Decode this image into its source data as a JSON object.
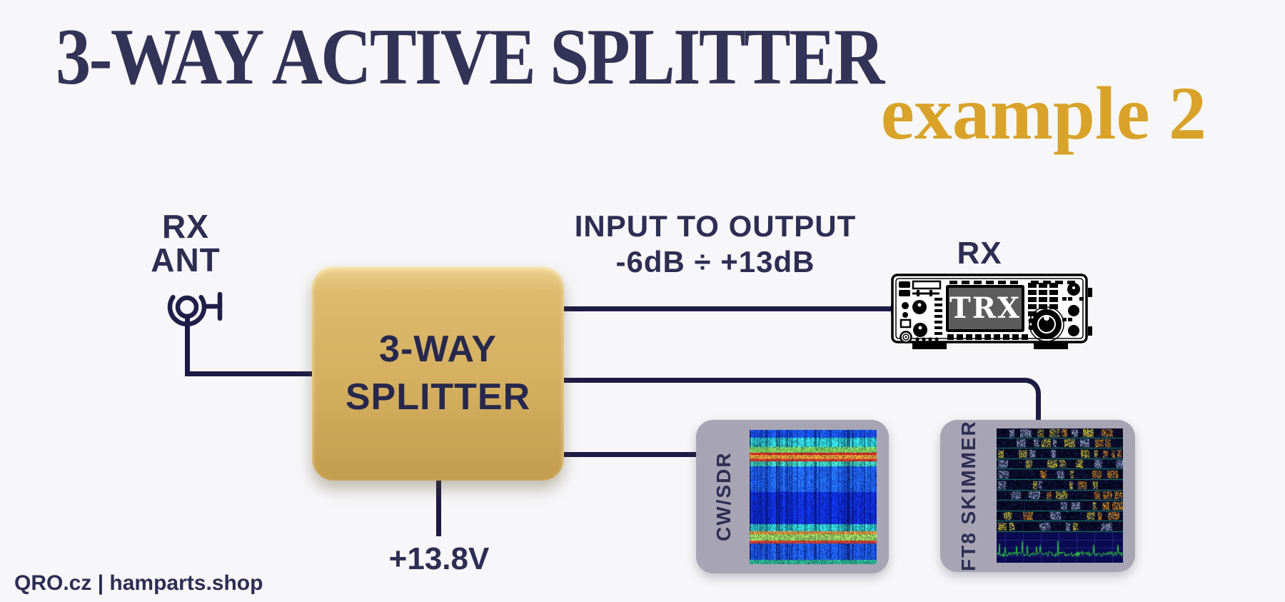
{
  "title": "3-WAY ACTIVE SPLITTER",
  "subtitle": "example 2",
  "colors": {
    "background": "#f7f7f9",
    "navy_text": "#2e2d52",
    "title_navy": "#333357",
    "gold_accent": "#d9a32a",
    "box_gold": "#d3ae5e",
    "panel_gray": "#a7a5b4",
    "wire_navy": "#1d1b45"
  },
  "antenna": {
    "label_line1": "RX",
    "label_line2": "ANT"
  },
  "splitter": {
    "label_line1": "3-WAY",
    "label_line2": "SPLITTER"
  },
  "io_note": {
    "line1": "INPUT TO OUTPUT",
    "line2": "-6dB ÷ +13dB"
  },
  "outputs": {
    "rx": {
      "label": "RX",
      "screen_text": "TRX"
    },
    "cw_sdr": {
      "label": "CW/SDR"
    },
    "ft8": {
      "label": "FT8 SKIMMER"
    }
  },
  "power": {
    "label": "+13.8V"
  },
  "footer": {
    "text": "QRO.cz | hamparts.shop"
  }
}
